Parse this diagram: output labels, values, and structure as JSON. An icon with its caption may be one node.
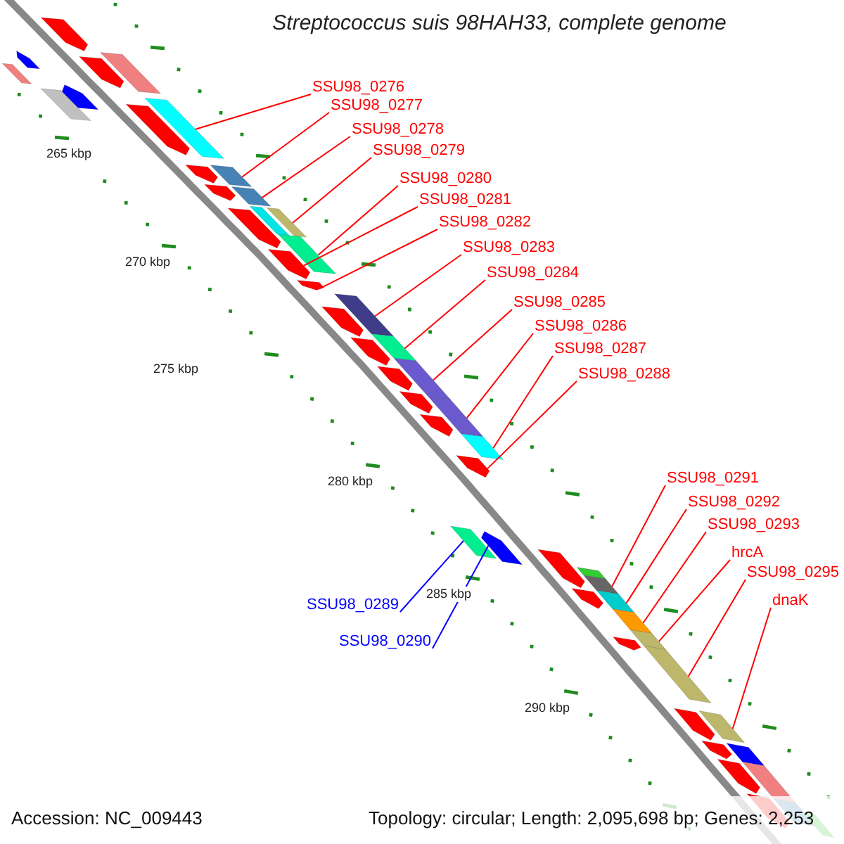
{
  "diagram": {
    "title": "Streptococcus suis 98HAH33, complete genome",
    "nodes": [
      {
        "text": [
          "SSU98_0276"
        ]
      },
      {
        "text": [
          "SSU98_0277"
        ]
      },
      {
        "text": [
          "SSU98_0278"
        ]
      },
      {
        "text": [
          "SSU98_0279"
        ]
      },
      {
        "text": [
          "SSU98_0280"
        ]
      },
      {
        "text": [
          "SSU98_0281"
        ]
      },
      {
        "text": [
          "SSU98_0282"
        ]
      },
      {
        "text": [
          "SSU98_0283"
        ]
      },
      {
        "text": [
          "SSU98_0284"
        ]
      },
      {
        "text": [
          "SSU98_0285"
        ]
      },
      {
        "text": [
          "SSU98_0286"
        ]
      },
      {
        "text": [
          "SSU98_0287"
        ]
      },
      {
        "text": [
          "SSU98_0288"
        ]
      },
      {
        "text": [
          "SSU98_0291"
        ]
      },
      {
        "text": [
          "SSU98_0292"
        ]
      },
      {
        "text": [
          "SSU98_0293"
        ]
      },
      {
        "text": [
          "hrcA"
        ]
      },
      {
        "text": [
          "SSU98_0295"
        ]
      },
      {
        "text": [
          "dnaK"
        ]
      },
      {
        "text": [
          "SSU98_0289"
        ]
      },
      {
        "text": [
          "SSU98_0290"
        ]
      },
      {
        "text": [],
        "shape": "box"
      },
      {
        "text": [],
        "shape": "box"
      },
      {
        "text": [],
        "shape": "box"
      },
      {
        "text": [],
        "shape": "box"
      },
      {
        "text": [],
        "shape": "box"
      },
      {
        "text": [],
        "shape": "box"
      },
      {
        "text": [],
        "shape": "box"
      },
      {
        "text": [],
        "shape": "box"
      },
      {
        "text": [],
        "shape": "box"
      },
      {
        "text": [],
        "shape": "box"
      },
      {
        "text": [],
        "shape": "box"
      },
      {
        "text": [],
        "shape": "box"
      },
      {
        "text": [],
        "shape": "box"
      },
      {
        "text": [],
        "shape": "box"
      },
      {
        "text": [],
        "shape": "box"
      },
      {
        "text": [],
        "shape": "box"
      },
      {
        "text": [],
        "shape": "box"
      },
      {
        "text": [],
        "shape": "box"
      },
      {
        "text": [],
        "shape": "box"
      },
      {
        "text": [],
        "shape": "box"
      },
      {
        "text": [],
        "shape": "box"
      }
    ],
    "edges": [
      {
        "from": 0,
        "to": 21,
        "arrow": "none"
      },
      {
        "from": 1,
        "to": 22,
        "arrow": "none"
      },
      {
        "from": 2,
        "to": 23,
        "arrow": "none"
      },
      {
        "from": 3,
        "to": 24,
        "arrow": "none"
      },
      {
        "from": 4,
        "to": 25,
        "arrow": "none"
      },
      {
        "from": 5,
        "to": 26,
        "arrow": "none"
      },
      {
        "from": 6,
        "to": 27,
        "arrow": "none"
      },
      {
        "from": 7,
        "to": 28,
        "arrow": "none"
      },
      {
        "from": 8,
        "to": 29,
        "arrow": "none"
      },
      {
        "from": 9,
        "to": 30,
        "arrow": "none"
      },
      {
        "from": 10,
        "to": 31,
        "arrow": "none"
      },
      {
        "from": 11,
        "to": 32,
        "arrow": "none"
      },
      {
        "from": 12,
        "to": 33,
        "arrow": "none"
      },
      {
        "from": 13,
        "to": 34,
        "arrow": "none"
      },
      {
        "from": 14,
        "to": 35,
        "arrow": "none"
      },
      {
        "from": 15,
        "to": 36,
        "arrow": "none"
      },
      {
        "from": 16,
        "to": 37,
        "arrow": "none"
      },
      {
        "from": 17,
        "to": 38,
        "arrow": "none"
      },
      {
        "from": 18,
        "to": 39,
        "arrow": "none"
      },
      {
        "from": 19,
        "to": 40,
        "arrow": "none",
        "color": "#0000ff"
      },
      {
        "from": 20,
        "to": 41,
        "arrow": "none",
        "color": "#0000ff"
      }
    ],
    "labels": [
      "265 kbp",
      "270 kbp",
      "275 kbp",
      "280 kbp",
      "285 kbp",
      "290 kbp",
      "Accession: NC_009443",
      "Topology: circular; Length: 2,095,698 bp; Genes: 2,253"
    ]
  }
}
